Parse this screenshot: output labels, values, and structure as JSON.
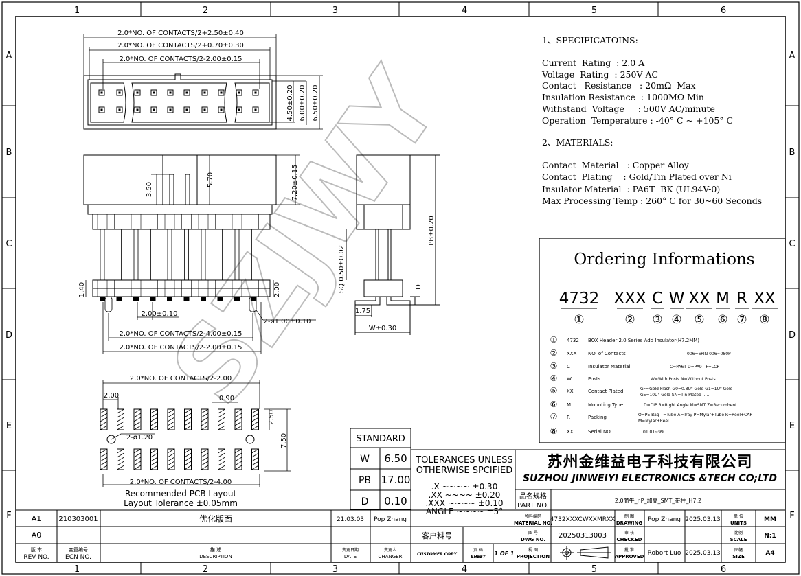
{
  "grid": {
    "cols": [
      "1",
      "2",
      "3",
      "4",
      "5",
      "6"
    ],
    "rows": [
      "A",
      "B",
      "C",
      "D",
      "E",
      "F"
    ]
  },
  "watermark": "SZJWY",
  "dims": {
    "top_a": "2.0*NO. OF CONTACTS/2+2.50±0.40",
    "top_b": "2.0*NO. OF CONTACTS/2+0.70±0.30",
    "top_c": "2.0*NO. OF CONTACTS/2-2.00±0.15",
    "h450": "4.50±0.20",
    "h600": "6.00±0.20",
    "h650": "6.50±0.20",
    "d350": "3.50",
    "d570": "5.70",
    "d720": "7.20±0.15",
    "d140": "1.40",
    "d200": "2.00",
    "pitch": "2.00±0.10",
    "hole": "2-ø1.00±0.10",
    "bot_a": "2.0*NO. OF CONTACTS/2-4.00±0.15",
    "bot_b": "2.0*NO. OF CONTACTS/2-2.00±0.15",
    "sq": "SQ 0.50±0.02",
    "pb": "PB±0.20",
    "d_lbl": "D",
    "d175": "1.75",
    "w": "W±0.30",
    "pcb_top": "2.0*NO. OF CONTACTS/2-2.00",
    "pcb_200": "2.00",
    "pcb_090": "0.90",
    "pcb_250": "2.50",
    "pcb_750": "7.50",
    "pcb_hole": "2-ø1.20",
    "pcb_bot": "2.0*NO. OF CONTACTS/2-4.00",
    "pcb_note1": "Recommended PCB Layout",
    "pcb_note2": "Layout Tolerance ±0.05mm"
  },
  "specs": {
    "h1": "1、SPECIFICATOINS:",
    "lines": [
      "Current  Rating  : 2.0 A",
      "Voltage  Rating  : 250V AC",
      "Contact   Resistance   : 20mΩ  Max",
      "Insulation Resistance  : 1000MΩ Min",
      "Withstand  Voltage     : 500V AC/minute",
      "Operation  Temperature : -40° C ~ +105° C"
    ],
    "h2": "2、MATERIALS:",
    "mat_lines": [
      "Contact  Material   : Copper Alloy",
      "Contact  Plating    : Gold/Tin Plated over Ni",
      "Insulator Material  : PA6T  BK (UL94V-0)",
      "Max Processing Temp : 260° C for 30~60 Seconds"
    ]
  },
  "ordering": {
    "title": "Ordering Informations",
    "codes": [
      "4732",
      "XXX",
      "C",
      "W",
      "XX",
      "M",
      "R",
      "XX"
    ],
    "nums": [
      "①",
      "②",
      "③",
      "④",
      "⑤",
      "⑥",
      "⑦",
      "⑧"
    ],
    "rows": [
      {
        "n": "①",
        "code": "4732",
        "name": "BOX  Header 2.0   Series  Add Insulator(H7.2MM)",
        "opt": ""
      },
      {
        "n": "②",
        "code": "XXX",
        "name": "NO. of Contacts",
        "opt": "006=6PIN  006~080P"
      },
      {
        "n": "③",
        "code": "C",
        "name": "Insulator Material",
        "opt": "C=PA6T  D=PA9T  F=LCP"
      },
      {
        "n": "④",
        "code": "W",
        "name": "Posts",
        "opt": "W=With Posts  N=Without Posts"
      },
      {
        "n": "⑤",
        "code": "XX",
        "name": "Contact Plated",
        "opt": "GF=Gold Flash  G0=0.8U\" Gold  G1=1U\" Gold",
        "opt2": "G5=10U\" Gold     SN=Tin Plated  ......"
      },
      {
        "n": "⑥",
        "code": "M",
        "name": "Mounting Type",
        "opt": "D=DIP  R=Right Angle  M=SMT  Z=Recumbent"
      },
      {
        "n": "⑦",
        "code": "R",
        "name": "Packing",
        "opt": "O=PE Bag  T=Tube A=Tray  P=Mylar+Tube R=Reel+CAP",
        "opt2": "M=Mylar+Reel  ......"
      },
      {
        "n": "⑧",
        "code": "XX",
        "name": "Serial NO.",
        "opt": "01    01~99"
      }
    ]
  },
  "standard": {
    "title": "STANDARD",
    "rows": [
      {
        "k": "W",
        "v": "6.50"
      },
      {
        "k": "PB",
        "v": "17.00"
      },
      {
        "k": "D",
        "v": "0.10"
      }
    ]
  },
  "tolerances": {
    "t1": "TOLERANCES  UNLESS",
    "t2": "OTHERWISE  SPCIFIED",
    "lines": [
      ".X   ~~~~  ±0.30",
      ".XX  ~~~~  ±0.20",
      ".XXX  ~~~~  ±0.10",
      "ANGLE  ~~~~  ±5°"
    ]
  },
  "company": {
    "cn": "苏州金维益电子科技有限公司",
    "en": "SUZHOU JINWEIYI ELECTRONICS &TECH CO;LTD"
  },
  "titleblock": {
    "partname_lbl_cn": "品名规格",
    "partname_lbl": "PART NO.",
    "partname_val": "2.0简牛_nP_加高_SMT_带柱_H7.2",
    "rev_a1": "A1",
    "rev_a1_ecn": "210303001",
    "rev_a1_desc": "优化版面",
    "rev_a1_date": "21.03.03",
    "rev_a1_changer": "Pop Zhang",
    "rev_a0": "A0",
    "rev_no_cn": "版  本",
    "rev_no": "REV NO.",
    "ecn_cn": "变更编号",
    "ecn": "ECN  NO.",
    "desc_cn": "描   述",
    "desc": "DESCRIPTION",
    "date_cn": "变更日期",
    "date": "DATE",
    "changer_cn": "变更人",
    "changer": "CHANGER",
    "cust_pn": "客户料号",
    "cust_copy": "CUSTOMER  COPY",
    "sheet_cn": "页 码",
    "sheet": "SHEET",
    "sheet_val": "1 OF 1",
    "mat_cn": "物料编码",
    "mat": "MATERIAL  NO.",
    "mat_val": "4732XXXCWXXMRXX",
    "drawing_cn": "制 图",
    "drawing": "DRAWING",
    "drawing_by": "Pop Zhang",
    "drawing_date": "2025.03.13",
    "units_cn": "单 位",
    "units": "UNITS",
    "units_val": "MM",
    "dwg_cn": "图 号",
    "dwg": "DWG  NO.",
    "dwg_val": "20250313003",
    "checked_cn": "审 核",
    "checked": "CHECKED",
    "scale_cn": "比例",
    "scale": "SCALE",
    "scale_val": "N:1",
    "proj_cn": "视 图",
    "proj": "PROJECTION",
    "approved_cn": "批 准",
    "approved": "APPROVED",
    "approved_by": "Robort Luo",
    "approved_date": "2025.03.13",
    "size_cn": "图幅",
    "size": "SIZE",
    "size_val": "A4"
  }
}
